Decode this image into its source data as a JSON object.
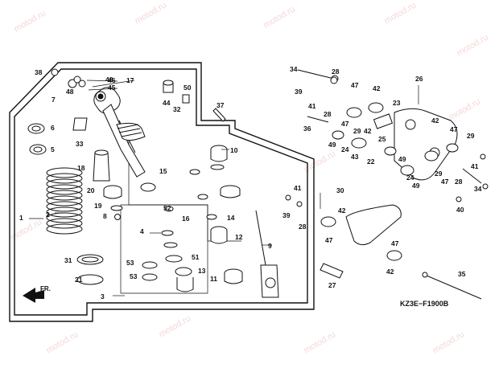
{
  "diagram": {
    "code": "KZ3E−F1900B",
    "front_label": "FR.",
    "watermark": "motod.ru",
    "labels": {
      "l1": "1",
      "l2": "2",
      "l3": "3",
      "l4": "4",
      "l5": "5",
      "l6": "6",
      "l7": "7",
      "l8": "8",
      "l9": "9",
      "l10": "10",
      "l11": "11",
      "l12": "12",
      "l13": "13",
      "l14": "14",
      "l15": "15",
      "l16": "16",
      "l17": "17",
      "l18": "18",
      "l19": "19",
      "l20": "20",
      "l21": "21",
      "l22": "22",
      "l23": "23",
      "l24": "24",
      "l24b": "24",
      "l25": "25",
      "l26": "26",
      "l27": "27",
      "l28a": "28",
      "l28b": "28",
      "l28c": "28",
      "l28d": "28",
      "l29a": "29",
      "l29b": "29",
      "l29c": "29",
      "l30": "30",
      "l31": "31",
      "l32": "32",
      "l33": "33",
      "l34a": "34",
      "l34b": "34",
      "l35": "35",
      "l36": "36",
      "l37": "37",
      "l38": "38",
      "l39a": "39",
      "l39b": "39",
      "l40": "40",
      "l41a": "41",
      "l41b": "41",
      "l41c": "41",
      "l42a": "42",
      "l42b": "42",
      "l42c": "42",
      "l42d": "42",
      "l42e": "42",
      "l43": "43",
      "l44": "44",
      "l45": "45",
      "l46": "46",
      "l47a": "47",
      "l47b": "47",
      "l47c": "47",
      "l47d": "47",
      "l47e": "47",
      "l47f": "47",
      "l48a": "48",
      "l48b": "48",
      "l49a": "49",
      "l49b": "49",
      "l49c": "49",
      "l50": "50",
      "l51": "51",
      "l52": "52",
      "l53a": "53",
      "l53b": "53"
    }
  }
}
